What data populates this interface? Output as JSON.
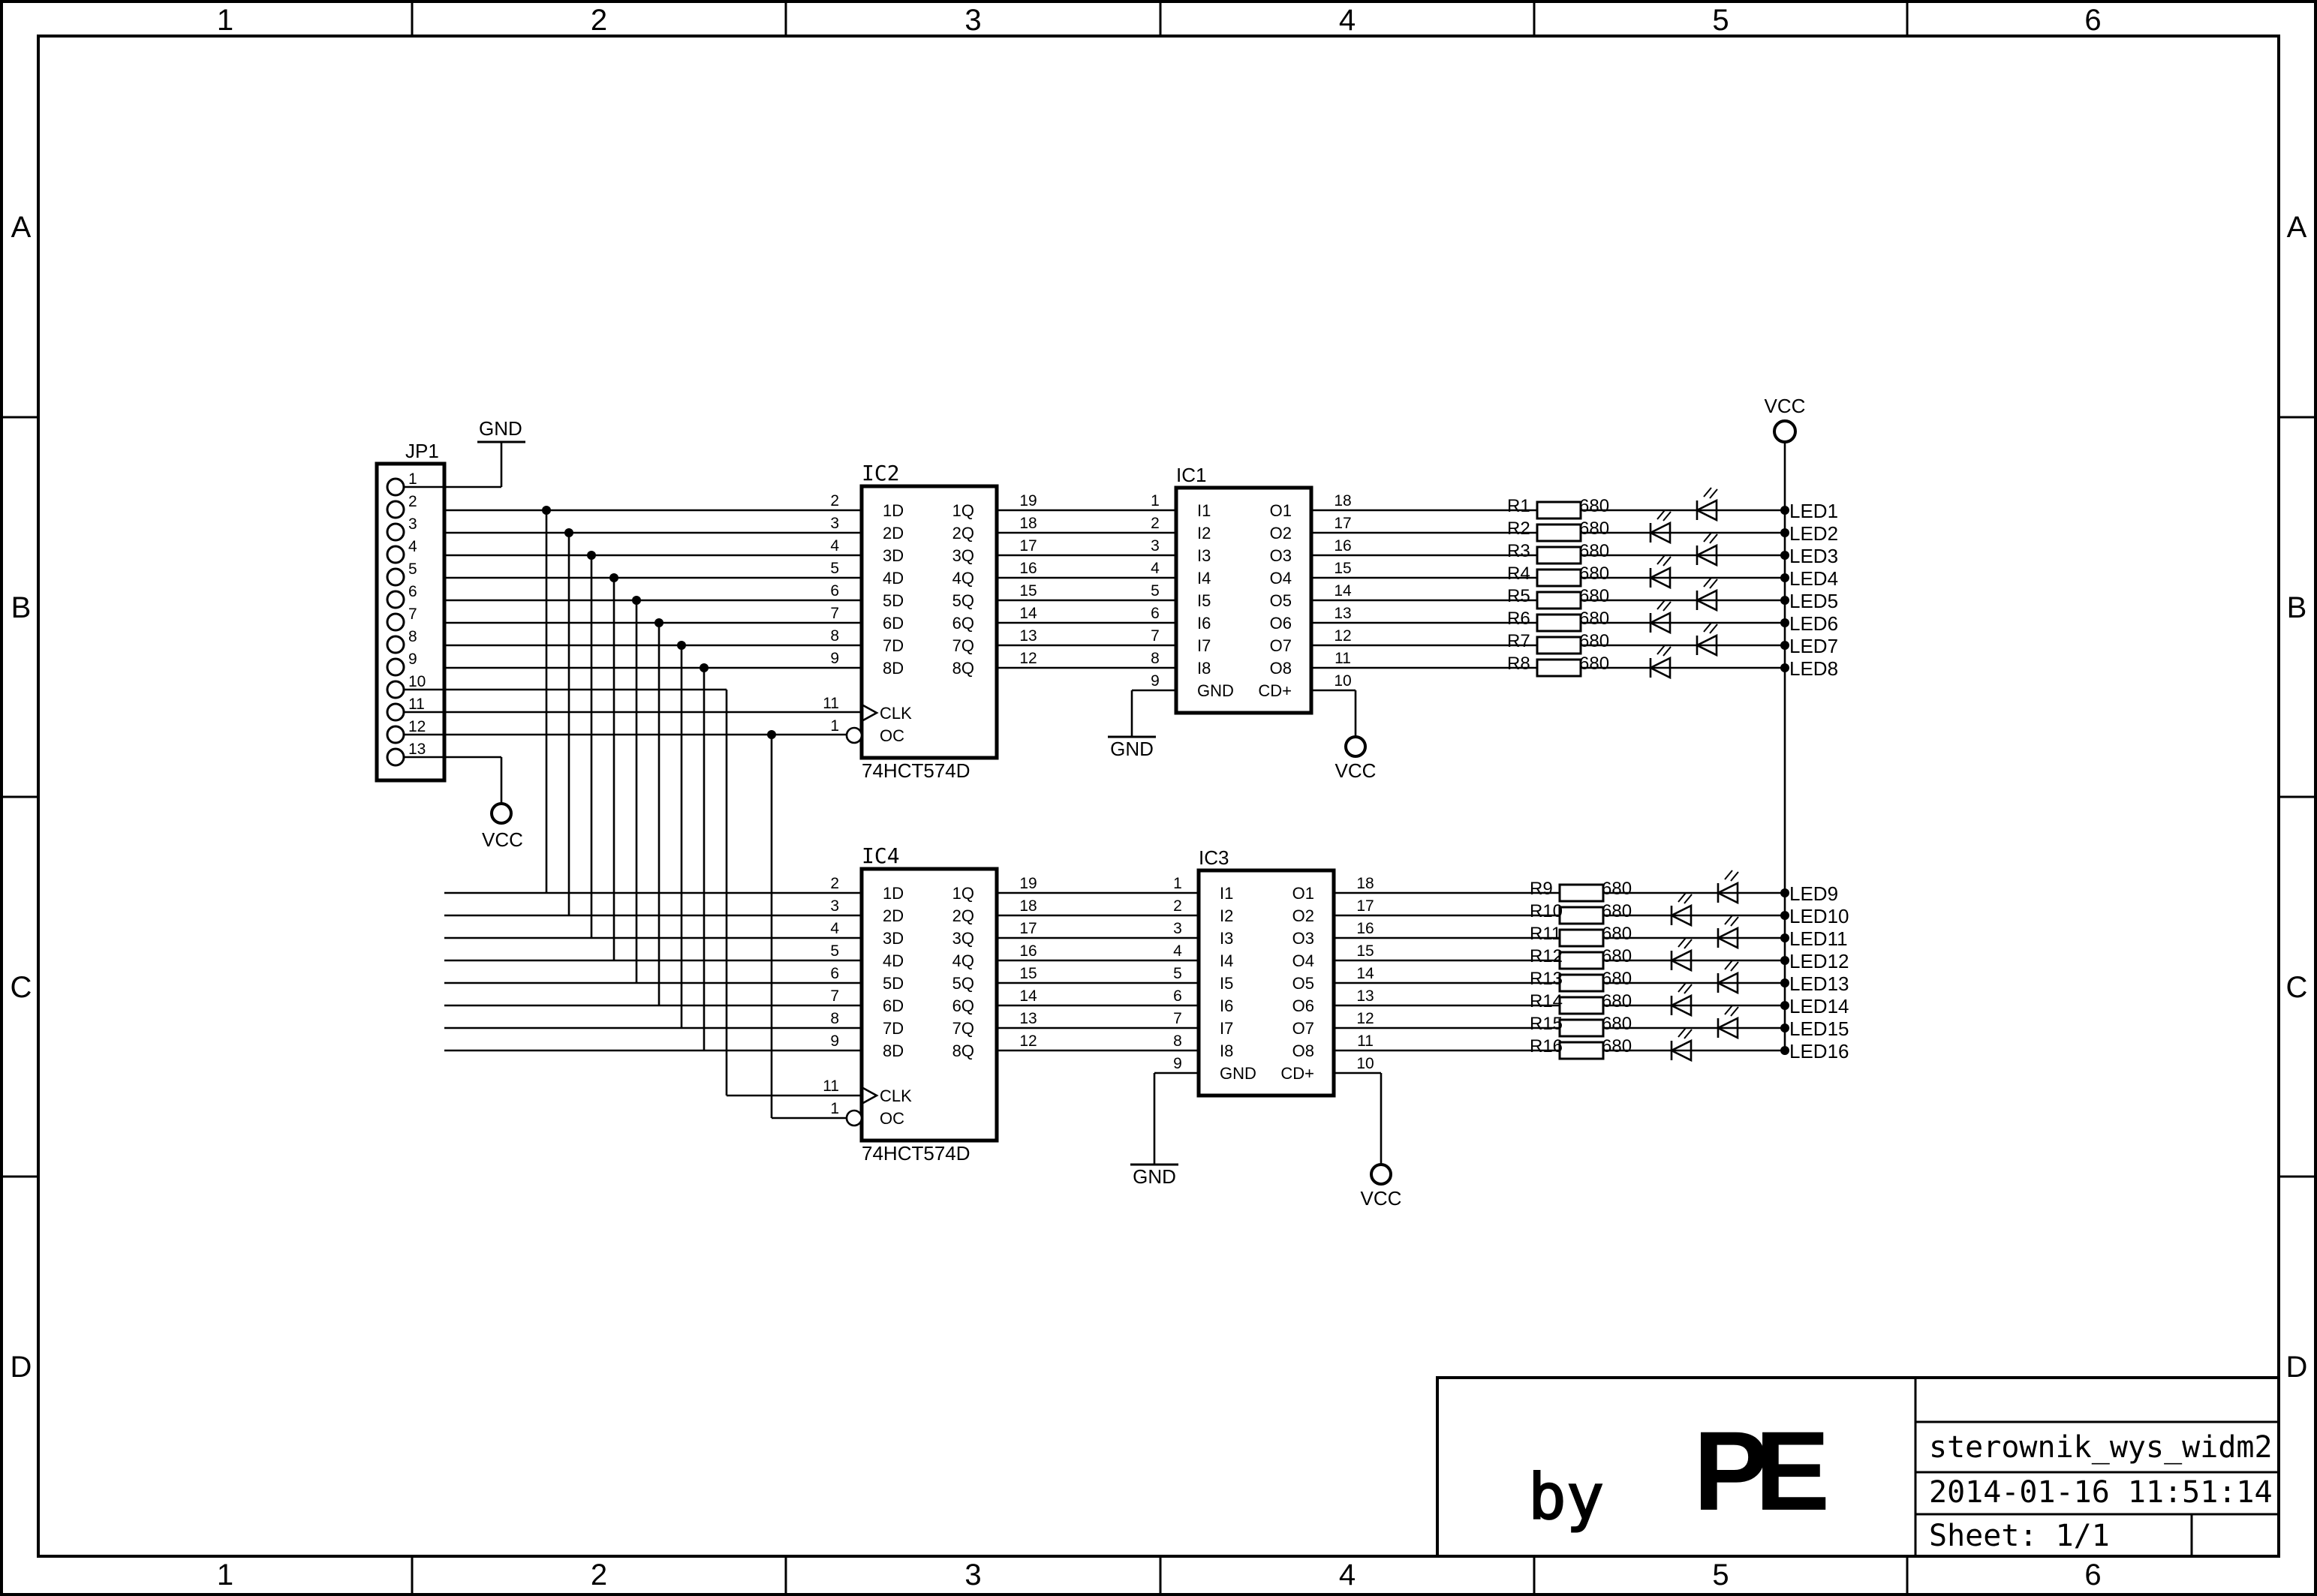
{
  "frame": {
    "columns": [
      "1",
      "2",
      "3",
      "4",
      "5",
      "6"
    ],
    "rows": [
      "A",
      "B",
      "C",
      "D"
    ]
  },
  "connector": {
    "ref": "JP1",
    "pins": [
      "1",
      "2",
      "3",
      "4",
      "5",
      "6",
      "7",
      "8",
      "9",
      "10",
      "11",
      "12",
      "13"
    ],
    "gnd_label": "GND",
    "vcc_label": "VCC"
  },
  "latches": [
    {
      "ref": "IC2",
      "part": "74HCT574D",
      "in_pins": [
        "2",
        "3",
        "4",
        "5",
        "6",
        "7",
        "8",
        "9"
      ],
      "in_labels": [
        "1D",
        "2D",
        "3D",
        "4D",
        "5D",
        "6D",
        "7D",
        "8D"
      ],
      "out_pins": [
        "19",
        "18",
        "17",
        "16",
        "15",
        "14",
        "13",
        "12"
      ],
      "out_labels": [
        "1Q",
        "2Q",
        "3Q",
        "4Q",
        "5Q",
        "6Q",
        "7Q",
        "8Q"
      ],
      "clk_pin": "11",
      "clk_label": "CLK",
      "oc_pin": "1",
      "oc_label": "OC"
    },
    {
      "ref": "IC4",
      "part": "74HCT574D",
      "in_pins": [
        "2",
        "3",
        "4",
        "5",
        "6",
        "7",
        "8",
        "9"
      ],
      "in_labels": [
        "1D",
        "2D",
        "3D",
        "4D",
        "5D",
        "6D",
        "7D",
        "8D"
      ],
      "out_pins": [
        "19",
        "18",
        "17",
        "16",
        "15",
        "14",
        "13",
        "12"
      ],
      "out_labels": [
        "1Q",
        "2Q",
        "3Q",
        "4Q",
        "5Q",
        "6Q",
        "7Q",
        "8Q"
      ],
      "clk_pin": "11",
      "clk_label": "CLK",
      "oc_pin": "1",
      "oc_label": "OC"
    }
  ],
  "drivers": [
    {
      "ref": "IC1",
      "in_pins": [
        "1",
        "2",
        "3",
        "4",
        "5",
        "6",
        "7",
        "8"
      ],
      "in_labels": [
        "I1",
        "I2",
        "I3",
        "I4",
        "I5",
        "I6",
        "I7",
        "I8"
      ],
      "out_pins": [
        "18",
        "17",
        "16",
        "15",
        "14",
        "13",
        "12",
        "11"
      ],
      "out_labels": [
        "O1",
        "O2",
        "O3",
        "O4",
        "O5",
        "O6",
        "O7",
        "O8"
      ],
      "gnd_pin": "9",
      "gnd_label": "GND",
      "cd_pin": "10",
      "cd_label": "CD+",
      "gnd_sym": "GND",
      "vcc_sym": "VCC"
    },
    {
      "ref": "IC3",
      "in_pins": [
        "1",
        "2",
        "3",
        "4",
        "5",
        "6",
        "7",
        "8"
      ],
      "in_labels": [
        "I1",
        "I2",
        "I3",
        "I4",
        "I5",
        "I6",
        "I7",
        "I8"
      ],
      "out_pins": [
        "18",
        "17",
        "16",
        "15",
        "14",
        "13",
        "12",
        "11"
      ],
      "out_labels": [
        "O1",
        "O2",
        "O3",
        "O4",
        "O5",
        "O6",
        "O7",
        "O8"
      ],
      "gnd_pin": "9",
      "gnd_label": "GND",
      "cd_pin": "10",
      "cd_label": "CD+",
      "gnd_sym": "GND",
      "vcc_sym": "VCC"
    }
  ],
  "resistors_top": [
    "R1",
    "R2",
    "R3",
    "R4",
    "R5",
    "R6",
    "R7",
    "R8"
  ],
  "resistors_bottom": [
    "R9",
    "R10",
    "R11",
    "R12",
    "R13",
    "R14",
    "R15",
    "R16"
  ],
  "resistor_value": "680",
  "leds_top": [
    "LED1",
    "LED2",
    "LED3",
    "LED4",
    "LED5",
    "LED6",
    "LED7",
    "LED8"
  ],
  "leds_bottom": [
    "LED9",
    "LED10",
    "LED11",
    "LED12",
    "LED13",
    "LED14",
    "LED15",
    "LED16"
  ],
  "led_vcc_label": "VCC",
  "title_block": {
    "by_text": "by",
    "logo_text": "PE",
    "filename": "sterownik_wys_widm2",
    "datetime": "2014-01-16 11:51:14",
    "sheet": "Sheet: 1/1"
  }
}
